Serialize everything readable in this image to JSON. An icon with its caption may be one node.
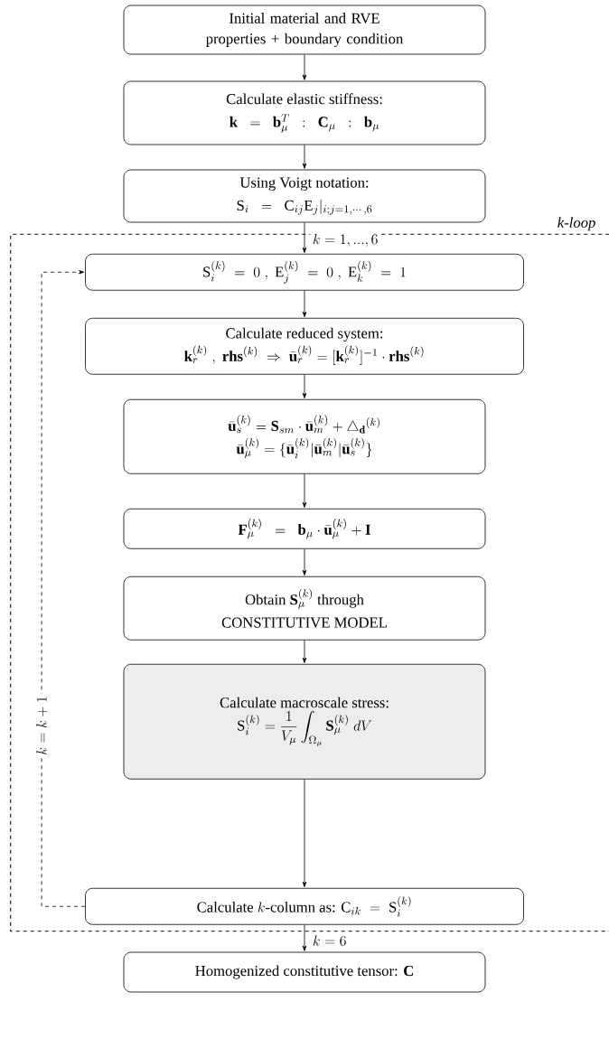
{
  "diagram": {
    "nodes": [
      {
        "text": [
          "Initial material and RVE properties + boundary condition"
        ]
      },
      {
        "text": [
          "Calculate elastic stiffness:",
          "\\mathbf{k} \\;\\;=\\;\\; \\mathbf{b}_\\mu^T \\;\\;:\\;\\; \\mathbf{C}_\\mu \\;\\;:\\;\\; \\mathbf{b}_\\mu"
        ]
      },
      {
        "text": [
          "Using Voigt notation:",
          "\\mathrm{S}_i \\;\\;=\\;\\; \\mathrm{C}_{ij}\\mathrm{E}_j|_{i;j=1,\\cdots,6}"
        ]
      },
      {
        "text": [
          "k-loop"
        ]
      },
      {
        "text": [
          "\\mathrm{S}_i^{(k)} \\;=\\; 0\\;,\\; \\mathrm{E}_j^{(k)} \\;=\\; 0\\;,\\; \\mathrm{E}_k^{(k)} \\;=\\; 1"
        ],
        "in": 3
      },
      {
        "text": [
          "Calculate reduced system:",
          "\\mathbf{k}_r^{(k)}\\;,\\;\\mathbf{rhs}^{(k)} \\;\\Rightarrow\\; \\bar{\\mathbf{u}}_r^{(k)} = [\\mathbf{k}_r^{(k)}]^{-1}\\cdot\\mathbf{rhs}^{(k)}"
        ],
        "in": 3
      },
      {
        "text": [
          "\\bar{\\mathbf{u}}_s^{(k)} = \\mathbf{S}_{sm}\\cdot\\bar{\\mathbf{u}}_m^{(k)} + \\triangle_{\\mathbf{d}}{}^{(k)}",
          "\\bar{\\mathbf{u}}_\\mu^{(k)} = \\{\\bar{\\mathbf{u}}_i^{(k)}|\\bar{\\mathbf{u}}_m^{(k)}|\\bar{\\mathbf{u}}_s^{(k)}\\}"
        ],
        "in": 3
      },
      {
        "text": [
          "\\mathbf{F}_\\mu^{(k)} \\;\\;=\\;\\; \\mathbf{b}_\\mu\\cdot\\bar{\\mathbf{u}}_\\mu^{(k)} + \\mathbf{I}"
        ],
        "in": 3
      },
      {
        "text": [
          "\\text{Obtain } \\mathbf{S}_\\mu^{(k)} \\text{ through}",
          "CONSTITUTIVE MODEL"
        ],
        "in": 3
      },
      {
        "text": [
          "Calculate macroscale stress:",
          "\\mathrm{S}_i^{(k)} = \\frac{1}{V_\\mu}\\int_{\\Omega_\\mu}\\mathbf{S}_\\mu^{(k)}\\;dV"
        ],
        "in": 3
      },
      {
        "text": [
          "\\text{Calculate } k\\text{-column as: }\\mathrm{C}_{ik} \\;=\\; \\mathrm{S}_i^{(k)}"
        ],
        "in": 3
      },
      {
        "text": [
          "\\text{Homogenized constitutive tensor: }\\mathbf{C}"
        ]
      }
    ],
    "edges": [
      {
        "from": 0,
        "to": 1,
        "arrow": "to"
      },
      {
        "from": 1,
        "to": 2,
        "arrow": "to"
      },
      {
        "from": 2,
        "to": 4,
        "arrow": "to",
        "label": "k = 1, ..., 6"
      },
      {
        "from": 4,
        "to": 5,
        "arrow": "to"
      },
      {
        "from": 5,
        "to": 6,
        "arrow": "to"
      },
      {
        "from": 6,
        "to": 7,
        "arrow": "to"
      },
      {
        "from": 7,
        "to": 8,
        "arrow": "to"
      },
      {
        "from": 8,
        "to": 9,
        "arrow": "to"
      },
      {
        "from": 9,
        "to": 10,
        "arrow": "to"
      },
      {
        "from": 10,
        "to": 4,
        "arrow": "to",
        "style": "dashed",
        "label": "k = k + 1"
      },
      {
        "from": 10,
        "to": 11,
        "arrow": "to",
        "label": "k = 6"
      }
    ]
  }
}
